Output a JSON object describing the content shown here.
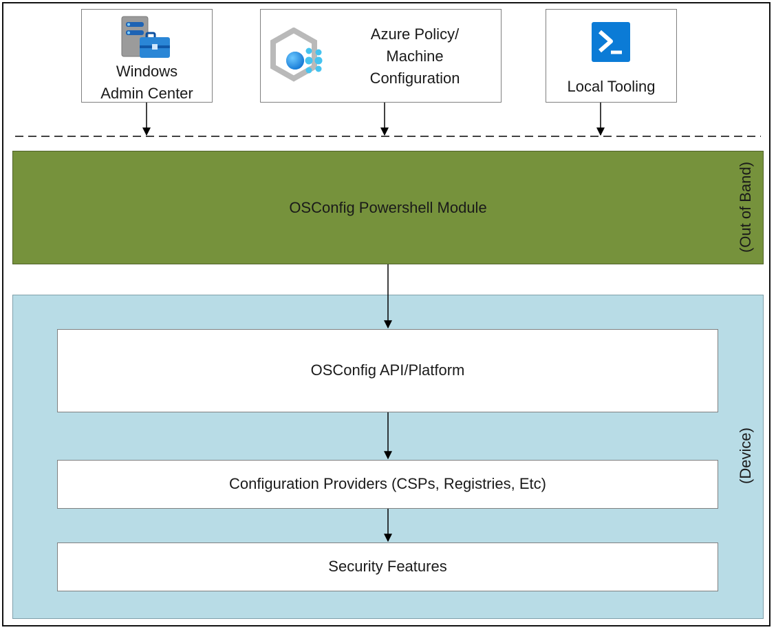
{
  "top_sources": {
    "windows_admin_center": {
      "line1": "Windows",
      "line2": "Admin Center",
      "icon": "server-toolbox-icon"
    },
    "azure_policy": {
      "line1": "Azure Policy/",
      "line2": "Machine",
      "line3": "Configuration",
      "icon": "azure-machine-configuration-icon"
    },
    "local_tooling": {
      "label": "Local Tooling",
      "icon": "powershell-icon"
    }
  },
  "out_of_band": {
    "module_label": "OSConfig Powershell Module",
    "side_label": "(Out of Band)",
    "color": "#76923c"
  },
  "device": {
    "side_label": "(Device)",
    "color": "#b8dce6",
    "api_label": "OSConfig API/Platform",
    "providers_label": "Configuration Providers (CSPs, Registries, Etc)",
    "features_label": "Security Features"
  }
}
